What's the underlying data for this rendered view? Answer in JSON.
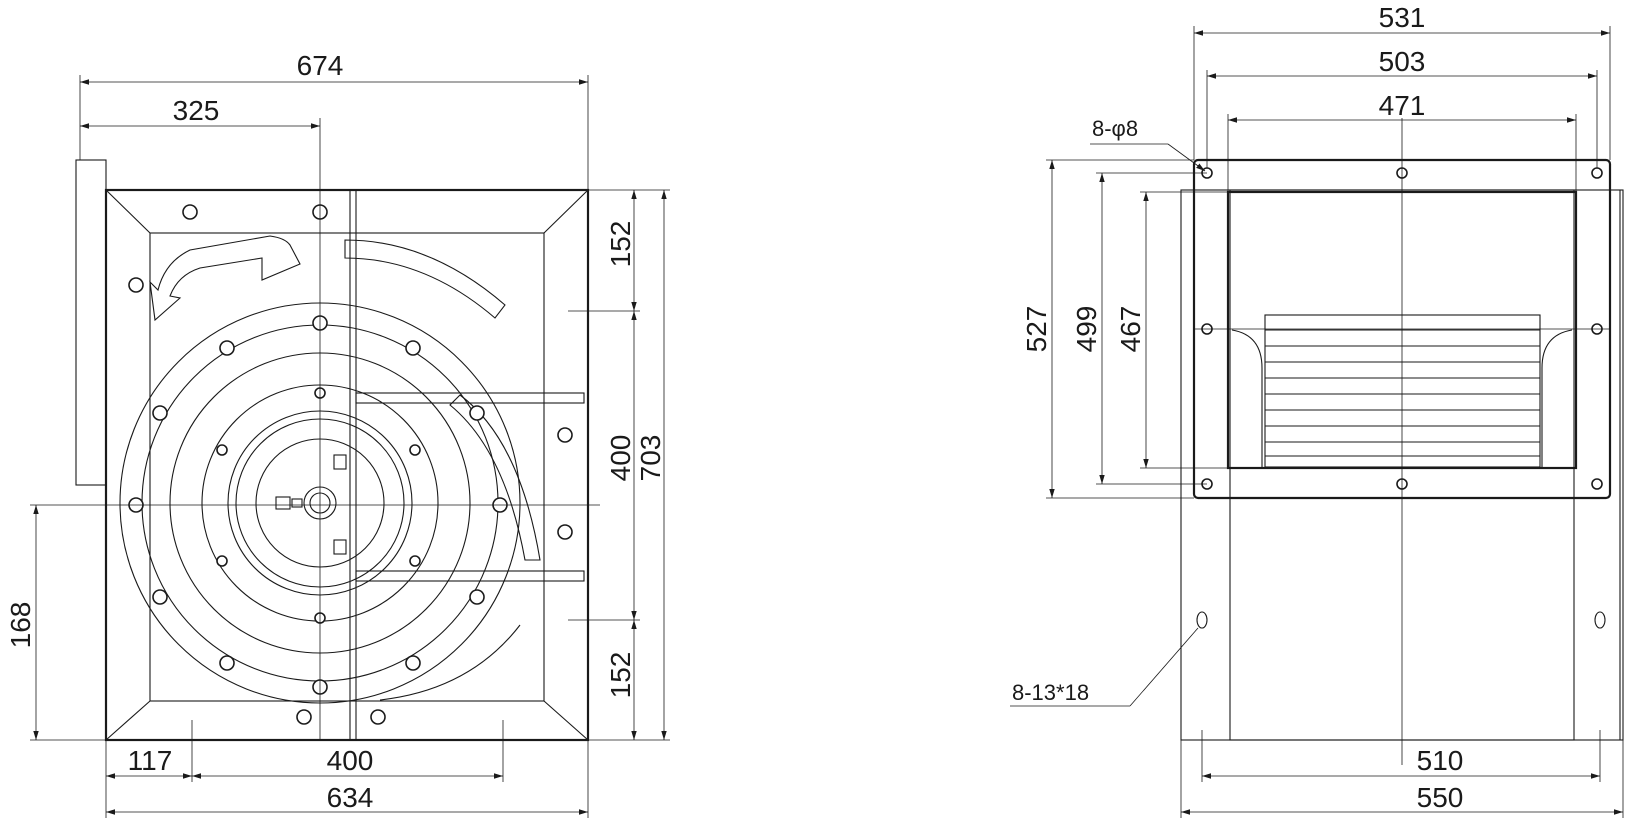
{
  "front_view": {
    "dims": {
      "overall_width": "674",
      "center_offset": "325",
      "top_section": "152",
      "middle_section": "400",
      "bottom_section": "152",
      "overall_height": "703",
      "left_height": "168",
      "left_offset": "117",
      "bottom_span": "400",
      "bottom_width": "634"
    }
  },
  "side_view": {
    "dims": {
      "outer_width": "531",
      "flange_width": "503",
      "inner_width": "471",
      "outer_height": "527",
      "flange_height": "499",
      "inner_height": "467",
      "foot_span": "510",
      "base_width": "550"
    },
    "notes": {
      "flange_holes": "8-φ8",
      "foot_slots": "8-13*18"
    }
  }
}
